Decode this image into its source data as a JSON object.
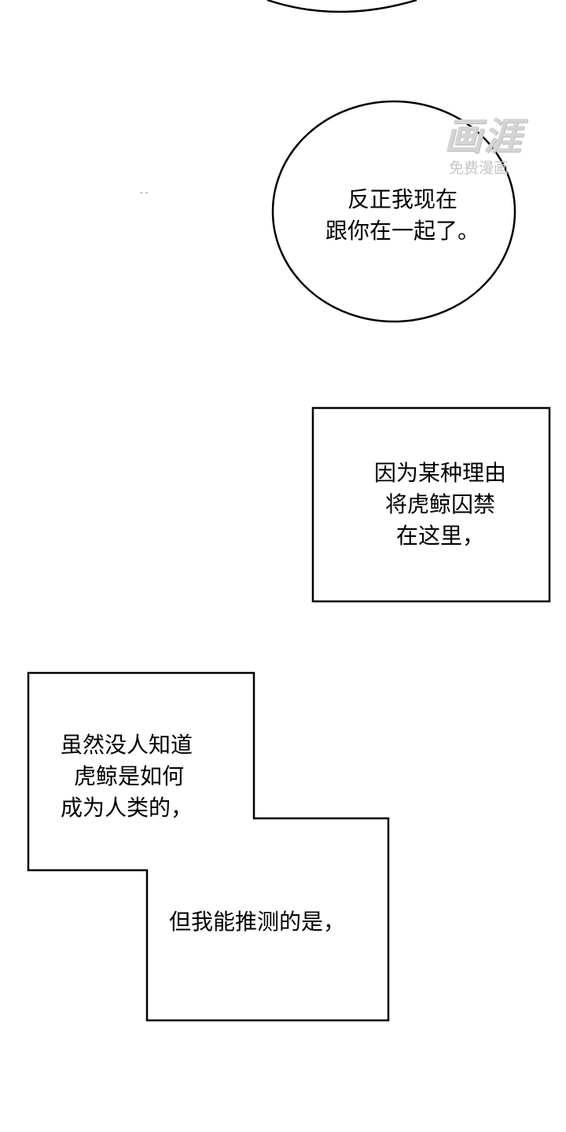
{
  "speech_bubble": {
    "lines": [
      "反正我现在",
      "跟你在一起了。"
    ]
  },
  "caption_box_1": {
    "lines": [
      "因为某种理由",
      "将虎鲸囚禁",
      "在这里，"
    ]
  },
  "caption_box_2": {
    "lines": [
      "虽然没人知道",
      "虎鲸是如何",
      "成为人类的，"
    ]
  },
  "caption_box_3": {
    "lines": [
      "但我能推测的是，"
    ]
  },
  "watermark": {
    "logo_text": "画涯",
    "subtitle": "免费漫画"
  },
  "colors": {
    "background": "#ffffff",
    "ink": "#000000",
    "watermark": "#cccccc"
  }
}
